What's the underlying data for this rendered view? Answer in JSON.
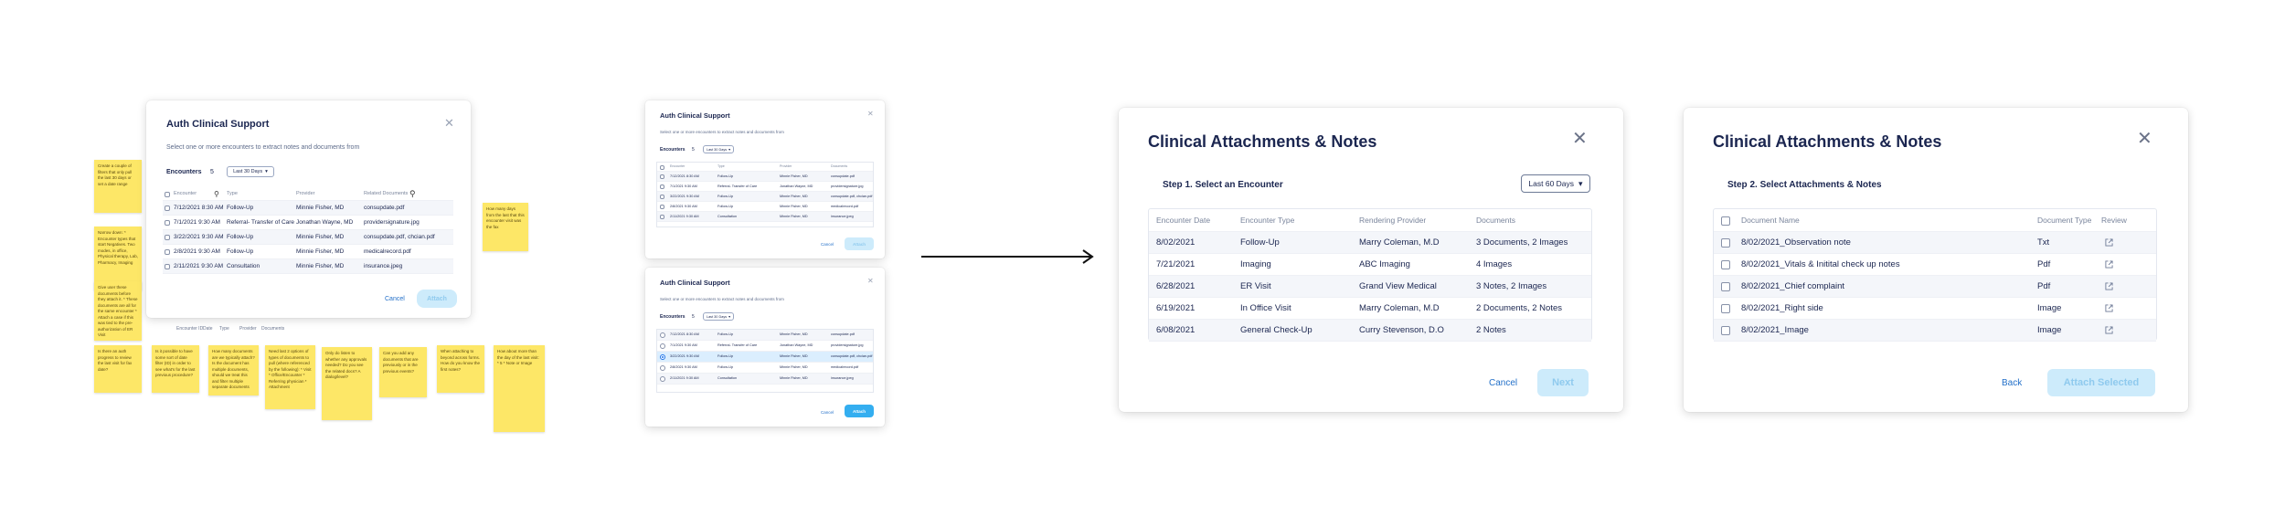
{
  "sketch_modal": {
    "title": "Auth Clinical Support",
    "subtitle": "Select one or more encounters to extract notes and documents from",
    "encounters_label": "Encounters",
    "encounters_count": "5",
    "filter": "Last 30 Days",
    "headers": [
      "Encounter",
      "Type",
      "Provider",
      "Related Documents"
    ],
    "rows": [
      [
        "7/12/2021 8:30 AM",
        "Follow-Up",
        "Minnie Fisher, MD",
        "consupdate.pdf"
      ],
      [
        "7/1/2021 9:30 AM",
        "Referral- Transfer of Care",
        "Jonathan Wayne, MD",
        "providersignature.jpg"
      ],
      [
        "3/22/2021 9:30 AM",
        "Follow-Up",
        "Minnie Fisher, MD",
        "consupdate.pdf, chcian.pdf"
      ],
      [
        "2/8/2021 9:30 AM",
        "Follow-Up",
        "Minnie Fisher, MD",
        "medicalrecord.pdf"
      ],
      [
        "2/11/2021 9:30 AM",
        "Consultation",
        "Minnie Fisher, MD",
        "insurance.jpeg"
      ]
    ],
    "cancel": "Cancel",
    "attach": "Attach"
  },
  "sticky_notes": [
    "Create a couple of filters that only pull the last 30 days or set a date range",
    "Narrow down: * Encounter types that start Negatives. Two modes, in office, Physical therapy, Lab, Pharmacy, Imaging",
    "Give user these documents before they attach it. * These documents are all for the same encounter * Attach a case if this was tied to the pre-authorization of ER Visit",
    "How many days from the last that this encounter visit was the fax",
    "Is there an auth progress to review the last visit for fax date?",
    "Is it possible to have some sort of date filter (ID) in order to see what's for the last previous procedure?",
    "How many documents are we typically attach? Is the document has multiple documents, should we treat this and filter multiple separate documents",
    "Need last 2 options of types of documents to pull (where referenced by the following): * Visit * Office/Encounter * Referring physician * Attachment",
    "Only do listen to whether any approvals needed? Do you see the related docs? A dialog/level?",
    "Can you add any documents that are previously or in the previous events?",
    "When attaching to beyond across forms. How do you know the first notes?",
    "How about more than the day of the last visit: * 5 * Note or Image"
  ],
  "sticky_labels": [
    "Encounter ID",
    "Date",
    "Type",
    "Provider",
    "Documents"
  ],
  "mid_modal_1": {
    "title": "Auth Clinical Support",
    "subtitle": "Select one or more encounters to extract notes and documents from",
    "encounters_label": "Encounters",
    "encounters_count": "5",
    "filter": "Last 30 Days",
    "headers": [
      "Encounter",
      "Type",
      "Provider",
      "Documents"
    ],
    "rows": [
      [
        "7/12/2021 8:30 AM",
        "Follow-Up",
        "Minnie Fisher, MD",
        "consupdate.pdf"
      ],
      [
        "7/1/2021 9:30 AM",
        "Referral- Transfer of Care",
        "Jonathan Wayne, MD",
        "providersignature.jpg"
      ],
      [
        "3/22/2021 9:30 AM",
        "Follow-Up",
        "Minnie Fisher, MD",
        "consupdate.pdf, chcian.pdf"
      ],
      [
        "2/8/2021 9:30 AM",
        "Follow-Up",
        "Minnie Fisher, MD",
        "medicalrecord.pdf"
      ],
      [
        "2/11/2021 9:30 AM",
        "Consultation",
        "Minnie Fisher, MD",
        "insurance.jpeg"
      ]
    ],
    "cancel": "Cancel",
    "attach": "Attach"
  },
  "mid_modal_2": {
    "title": "Auth Clinical Support",
    "subtitle": "Select one or more encounters to extract notes and documents from",
    "encounters_label": "Encounters",
    "encounters_count": "5",
    "filter": "Last 30 Days",
    "rows": [
      [
        "7/12/2021 8:30 AM",
        "Follow-Up",
        "Minnie Fisher, MD",
        "consupdate.pdf"
      ],
      [
        "7/1/2021 9:30 AM",
        "Referral- Transfer of Care",
        "Jonathan Wayne, MD",
        "providersignature.jpg"
      ],
      [
        "3/22/2021 9:30 AM",
        "Follow-Up",
        "Minnie Fisher, MD",
        "consupdate.pdf, chcian.pdf"
      ],
      [
        "2/8/2021 9:30 AM",
        "Follow-Up",
        "Minnie Fisher, MD",
        "medicalrecord.pdf"
      ],
      [
        "2/11/2021 9:30 AM",
        "Consultation",
        "Minnie Fisher, MD",
        "insurance.jpeg"
      ]
    ],
    "cancel": "Cancel",
    "attach": "Attach"
  },
  "encounter_modal": {
    "title": "Clinical Attachments & Notes",
    "step": "Step 1. Select an Encounter",
    "filter": "Last 60 Days",
    "headers": [
      "Encounter Date",
      "Encounter Type",
      "Rendering Provider",
      "Documents"
    ],
    "rows": [
      [
        "8/02/2021",
        "Follow-Up",
        "Marry Coleman, M.D",
        "3 Documents, 2 Images"
      ],
      [
        "7/21/2021",
        "Imaging",
        "ABC Imaging",
        "4 Images"
      ],
      [
        "6/28/2021",
        "ER Visit",
        "Grand View Medical",
        "3 Notes, 2 Images"
      ],
      [
        "6/19/2021",
        "In Office Visit",
        "Marry Coleman, M.D",
        "2 Documents, 2 Notes"
      ],
      [
        "6/08/2021",
        "General Check-Up",
        "Curry Stevenson, D.O",
        "2 Notes"
      ]
    ],
    "cancel": "Cancel",
    "next": "Next"
  },
  "attachment_modal": {
    "title": "Clinical Attachments & Notes",
    "step": "Step 2. Select Attachments & Notes",
    "headers": [
      "Document Name",
      "Document Type",
      "Review"
    ],
    "rows": [
      [
        "8/02/2021_Observation note",
        "Txt"
      ],
      [
        "8/02/2021_Vitals & Initital check up notes",
        "Pdf"
      ],
      [
        "8/02/2021_Chief complaint",
        "Pdf"
      ],
      [
        "8/02/2021_Right side",
        "Image"
      ],
      [
        "8/02/2021_Image",
        "Image"
      ]
    ],
    "back": "Back",
    "attach": "Attach Selected"
  },
  "colors": {
    "primary": "#34aef0",
    "primary_disabled": "#cdebfb",
    "title": "#1b2650",
    "link": "#2370c9",
    "sticky": "#fde767"
  }
}
